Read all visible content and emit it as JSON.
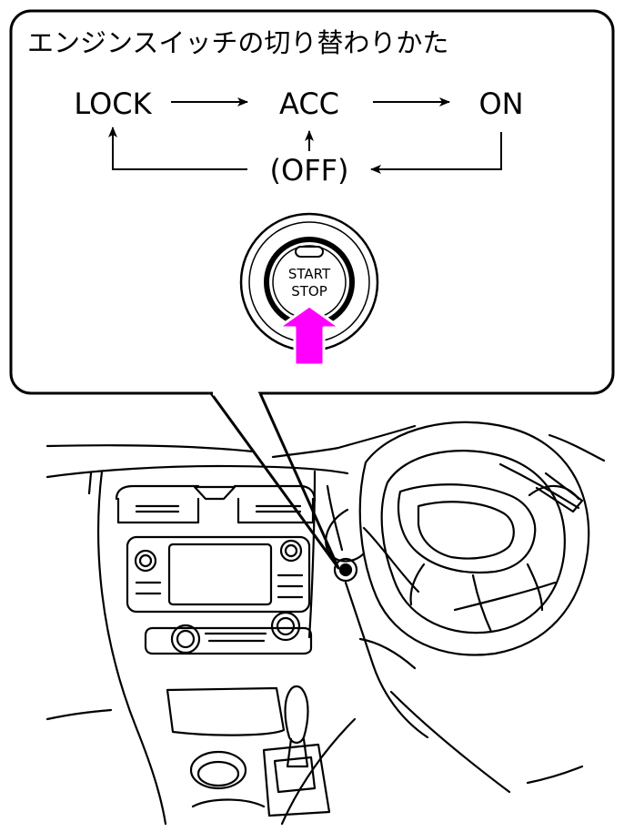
{
  "diagram": {
    "title": "エンジンスイッチの切り替わりかた",
    "states": {
      "lock": "LOCK",
      "acc": "ACC",
      "on": "ON",
      "off": "(OFF)"
    },
    "button": {
      "line1": "START",
      "line2": "STOP"
    },
    "colors": {
      "press_arrow": "#ff00ff",
      "line": "#000000",
      "background": "#ffffff"
    },
    "icons": {
      "press_arrow": "up-arrow-icon",
      "start_stop_button": "power-button-icon"
    }
  }
}
